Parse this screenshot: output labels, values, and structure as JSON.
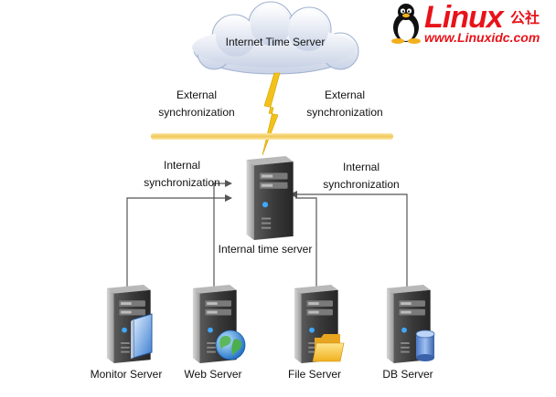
{
  "logo": {
    "brand": "Linux",
    "brand_cn": "公社",
    "url": "www.Linuxidc.com"
  },
  "cloud": {
    "label": "Internet Time Server"
  },
  "external_sync": {
    "left": [
      "External",
      "synchronization"
    ],
    "right": [
      "External",
      "synchronization"
    ]
  },
  "internal_sync": {
    "left": [
      "Internal",
      "synchronization"
    ],
    "right": [
      "Internal",
      "synchronization"
    ]
  },
  "internal_server": {
    "label": "Internal time server"
  },
  "clients": [
    {
      "label": "Monitor Server",
      "badge": "monitor-icon"
    },
    {
      "label": "Web  Server",
      "badge": "globe-icon"
    },
    {
      "label": "File Server",
      "badge": "folder-icon"
    },
    {
      "label": "DB Server",
      "badge": "database-icon"
    }
  ],
  "colors": {
    "line": "#555555",
    "lightning": "#f2c21a",
    "bar": "#f5d77a",
    "logo": "#e8131a"
  }
}
